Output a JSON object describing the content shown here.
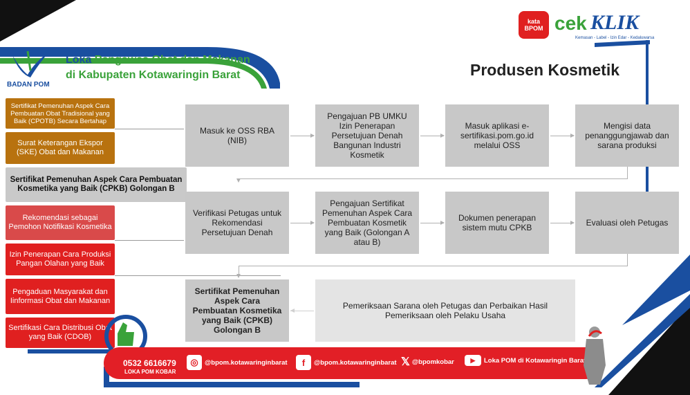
{
  "header": {
    "logo_text": "BADAN POM",
    "title_line1_prefix": "Loka ",
    "title_line1_highlight": "Pengawas Obat dan Makanan",
    "title_line2": "di Kabupaten Kotawaringin Barat"
  },
  "brand": {
    "kata_badge": "kata BPOM",
    "cek_text": "cek",
    "klik_text": "KLIK",
    "tagline": "Kemasan - Label - Izin Edar - Kedaluwarsa"
  },
  "page_title": "Produsen Kosmetik",
  "sidebar": {
    "items": [
      {
        "label": "Sertifikat Pemenuhan Aspek Cara Pembuatan Obat Tradisional yang Baik (CPOTB) Secara Bertahap"
      },
      {
        "label": "Surat Keterangan Ekspor (SKE) Obat dan Makanan"
      },
      {
        "label": "Sertifikat Pemenuhan Aspek Cara Pembuatan Kosmetika yang Baik (CPKB) Golongan  B"
      },
      {
        "label": "Rekomendasi sebagai Pemohon Notifikasi Kosmetika"
      },
      {
        "label": "Izin Penerapan Cara Produksi Pangan Olahan yang Baik"
      },
      {
        "label": "Pengaduan Masyarakat dan Iinformasi Obat dan Makanan"
      },
      {
        "label": "Sertifikasi Cara Distribusi Obat yang Baik (CDOB)"
      }
    ]
  },
  "flow": {
    "row1": [
      "Masuk ke OSS RBA (NIB)",
      "Pengajuan PB UMKU Izin Penerapan Persetujuan Denah Bangunan Industri Kosmetik",
      "Masuk aplikasi e-sertifikasi.pom.go.id melalui OSS",
      "Mengisi data penanggungjawab dan sarana produksi"
    ],
    "row2": [
      "Verifikasi Petugas untuk Rekomendasi Persetujuan Denah",
      "Pengajuan Sertifikat Pemenuhan Aspek Cara Pembuatan Kosmetik yang Baik (Golongan A atau B)",
      "Dokumen penerapan sistem mutu CPKB",
      "Evaluasi oleh Petugas"
    ],
    "row3": [
      "Sertifikat Pemenuhan Aspek Cara Pembuatan Kosmetika yang Baik (CPKB) Golongan  B",
      "Pemeriksaan Sarana oleh Petugas dan Perbaikan Hasil Pemeriksaan oleh Pelaku Usaha"
    ]
  },
  "footer": {
    "phone": "0532 6616679",
    "phone_label": "LOKA POM KOBAR",
    "instagram": "@bpom.kotawaringinbarat",
    "facebook": "@bpom.kotawaringinbarat",
    "x": "@bpomkobar",
    "youtube": "Loka POM di Kotawaringin Barat"
  },
  "colors": {
    "blue": "#1a4fa0",
    "green": "#3aa23a",
    "brown": "#b8720f",
    "red": "#e02020"
  }
}
